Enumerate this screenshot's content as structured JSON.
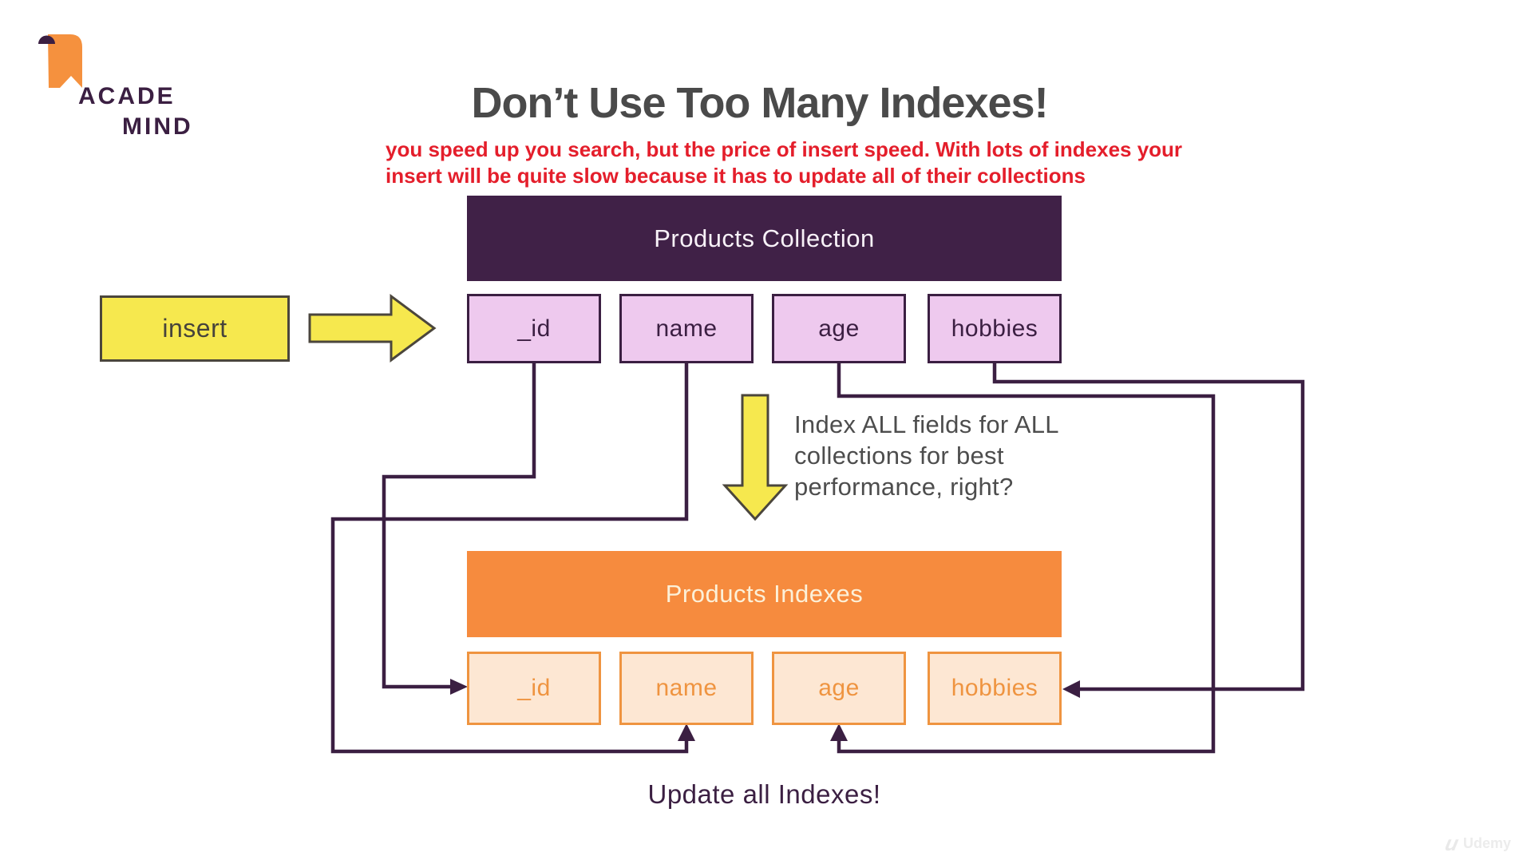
{
  "slide": {
    "logo": {
      "text_top": "ACADE",
      "text_bottom": "MIND"
    },
    "title": "Don’t Use Too Many Indexes!",
    "annotation": {
      "line1": "you speed up you search, but the price of insert speed. With lots of indexes your",
      "line2": "insert will be quite slow because it has to update all of their collections"
    },
    "insert_label": "insert",
    "collection": {
      "header": "Products Collection",
      "fields": [
        "_id",
        "name",
        "age",
        "hobbies"
      ]
    },
    "indexes": {
      "header": "Products Indexes",
      "fields": [
        "_id",
        "name",
        "age",
        "hobbies"
      ]
    },
    "note_lines": [
      "Index ALL fields for ALL",
      "collections for best",
      "performance, right?"
    ],
    "footer_note": "Update all Indexes!",
    "watermark": "Udemy"
  },
  "colors": {
    "dark_purple": "#3b1f42",
    "collection_header_bg": "#402147",
    "light_purple_fill": "#eec9ee",
    "orange": "#f68b3e",
    "peach_fill": "#fde7d3",
    "peach_border": "#ef9440",
    "yellow": "#f6e84e",
    "arrow_outline": "#4b463c",
    "annotation_red": "#e41e2b",
    "title_gray": "#4a4a4a",
    "note_gray": "#4d4d4d"
  }
}
